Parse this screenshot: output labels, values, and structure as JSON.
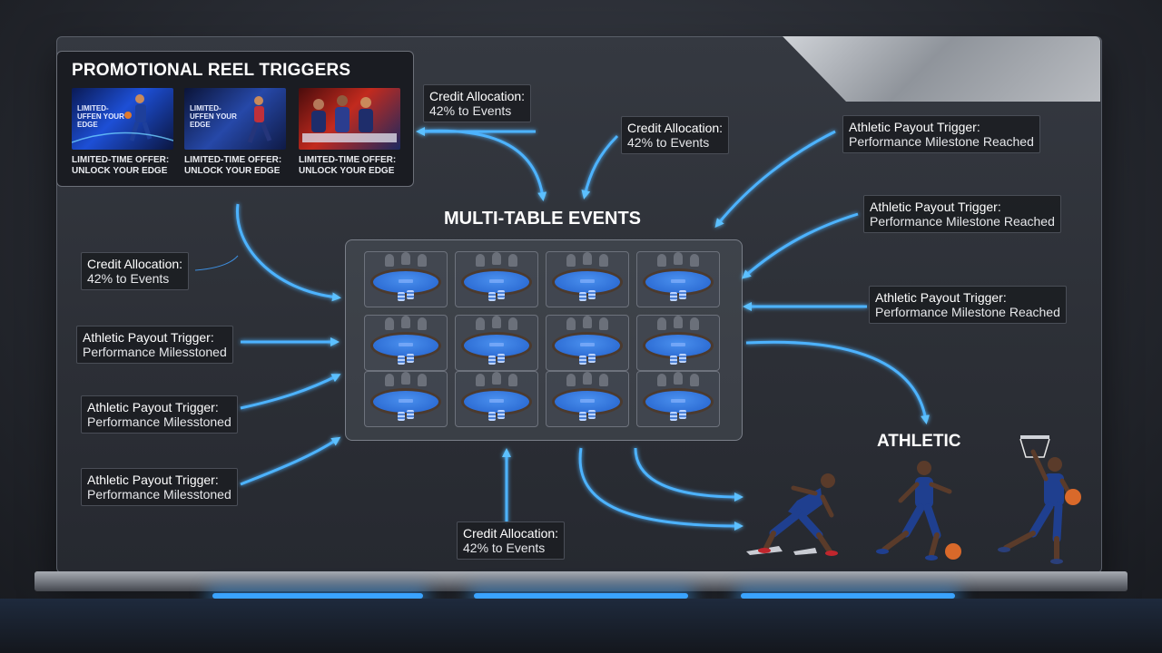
{
  "promo": {
    "title": "PROMOTIONAL REEL TRIGGERS",
    "thumbnails": [
      {
        "tag": "LIMITED-UFFEN YOUR EDGE",
        "caption_line1": "LIMITED-TIME OFFER:",
        "caption_line2": "UNLOCK YOUR EDGE"
      },
      {
        "tag": "LIMITED-UFFEN YOUR EDGE",
        "caption_line1": "LIMITED-TIME OFFER:",
        "caption_line2": "UNLOCK YOUR EDGE"
      },
      {
        "tag": "",
        "caption_line1": "LIMITED-TIME OFFER:",
        "caption_line2": "UNLOCK YOUR EDGE"
      }
    ]
  },
  "center": {
    "title": "MULTI-TABLE EVENTS"
  },
  "athletic": {
    "title": "ATHLETIC"
  },
  "labels": {
    "credit_top_a": {
      "line1": "Credit Allocation:",
      "line2": "42% to Events"
    },
    "credit_top_b": {
      "line1": "Credit Allocation:",
      "line2": "42% to Events"
    },
    "credit_left": {
      "line1": "Credit Allocation:",
      "line2": "42% to Events"
    },
    "credit_bottom": {
      "line1": "Credit Allocation:",
      "line2": "42% to Events"
    },
    "athletic_left_1": {
      "line1": "Athletic Payout Trigger:",
      "line2": "Performance Milesstoned"
    },
    "athletic_left_2": {
      "line1": "Athletic Payout Trigger:",
      "line2": "Performance Milesstoned"
    },
    "athletic_left_3": {
      "line1": "Athletic Payout Trigger:",
      "line2": "Performance Milesstoned"
    },
    "athletic_right_1": {
      "line1": "Athletic Payout Trigger:",
      "line2": "Performance Milestone Reached"
    },
    "athletic_right_2": {
      "line1": "Athletic Payout Trigger:",
      "line2": "Performance Milestone Reached"
    },
    "athletic_right_3": {
      "line1": "Athletic Payout Trigger:",
      "line2": "Performance Milestone Reached"
    }
  },
  "colors": {
    "arrow": "#4db3ff",
    "arrow_glow": "#1e7dff",
    "felt": "#2f6fd6",
    "jersey": "#1f3f8f"
  }
}
